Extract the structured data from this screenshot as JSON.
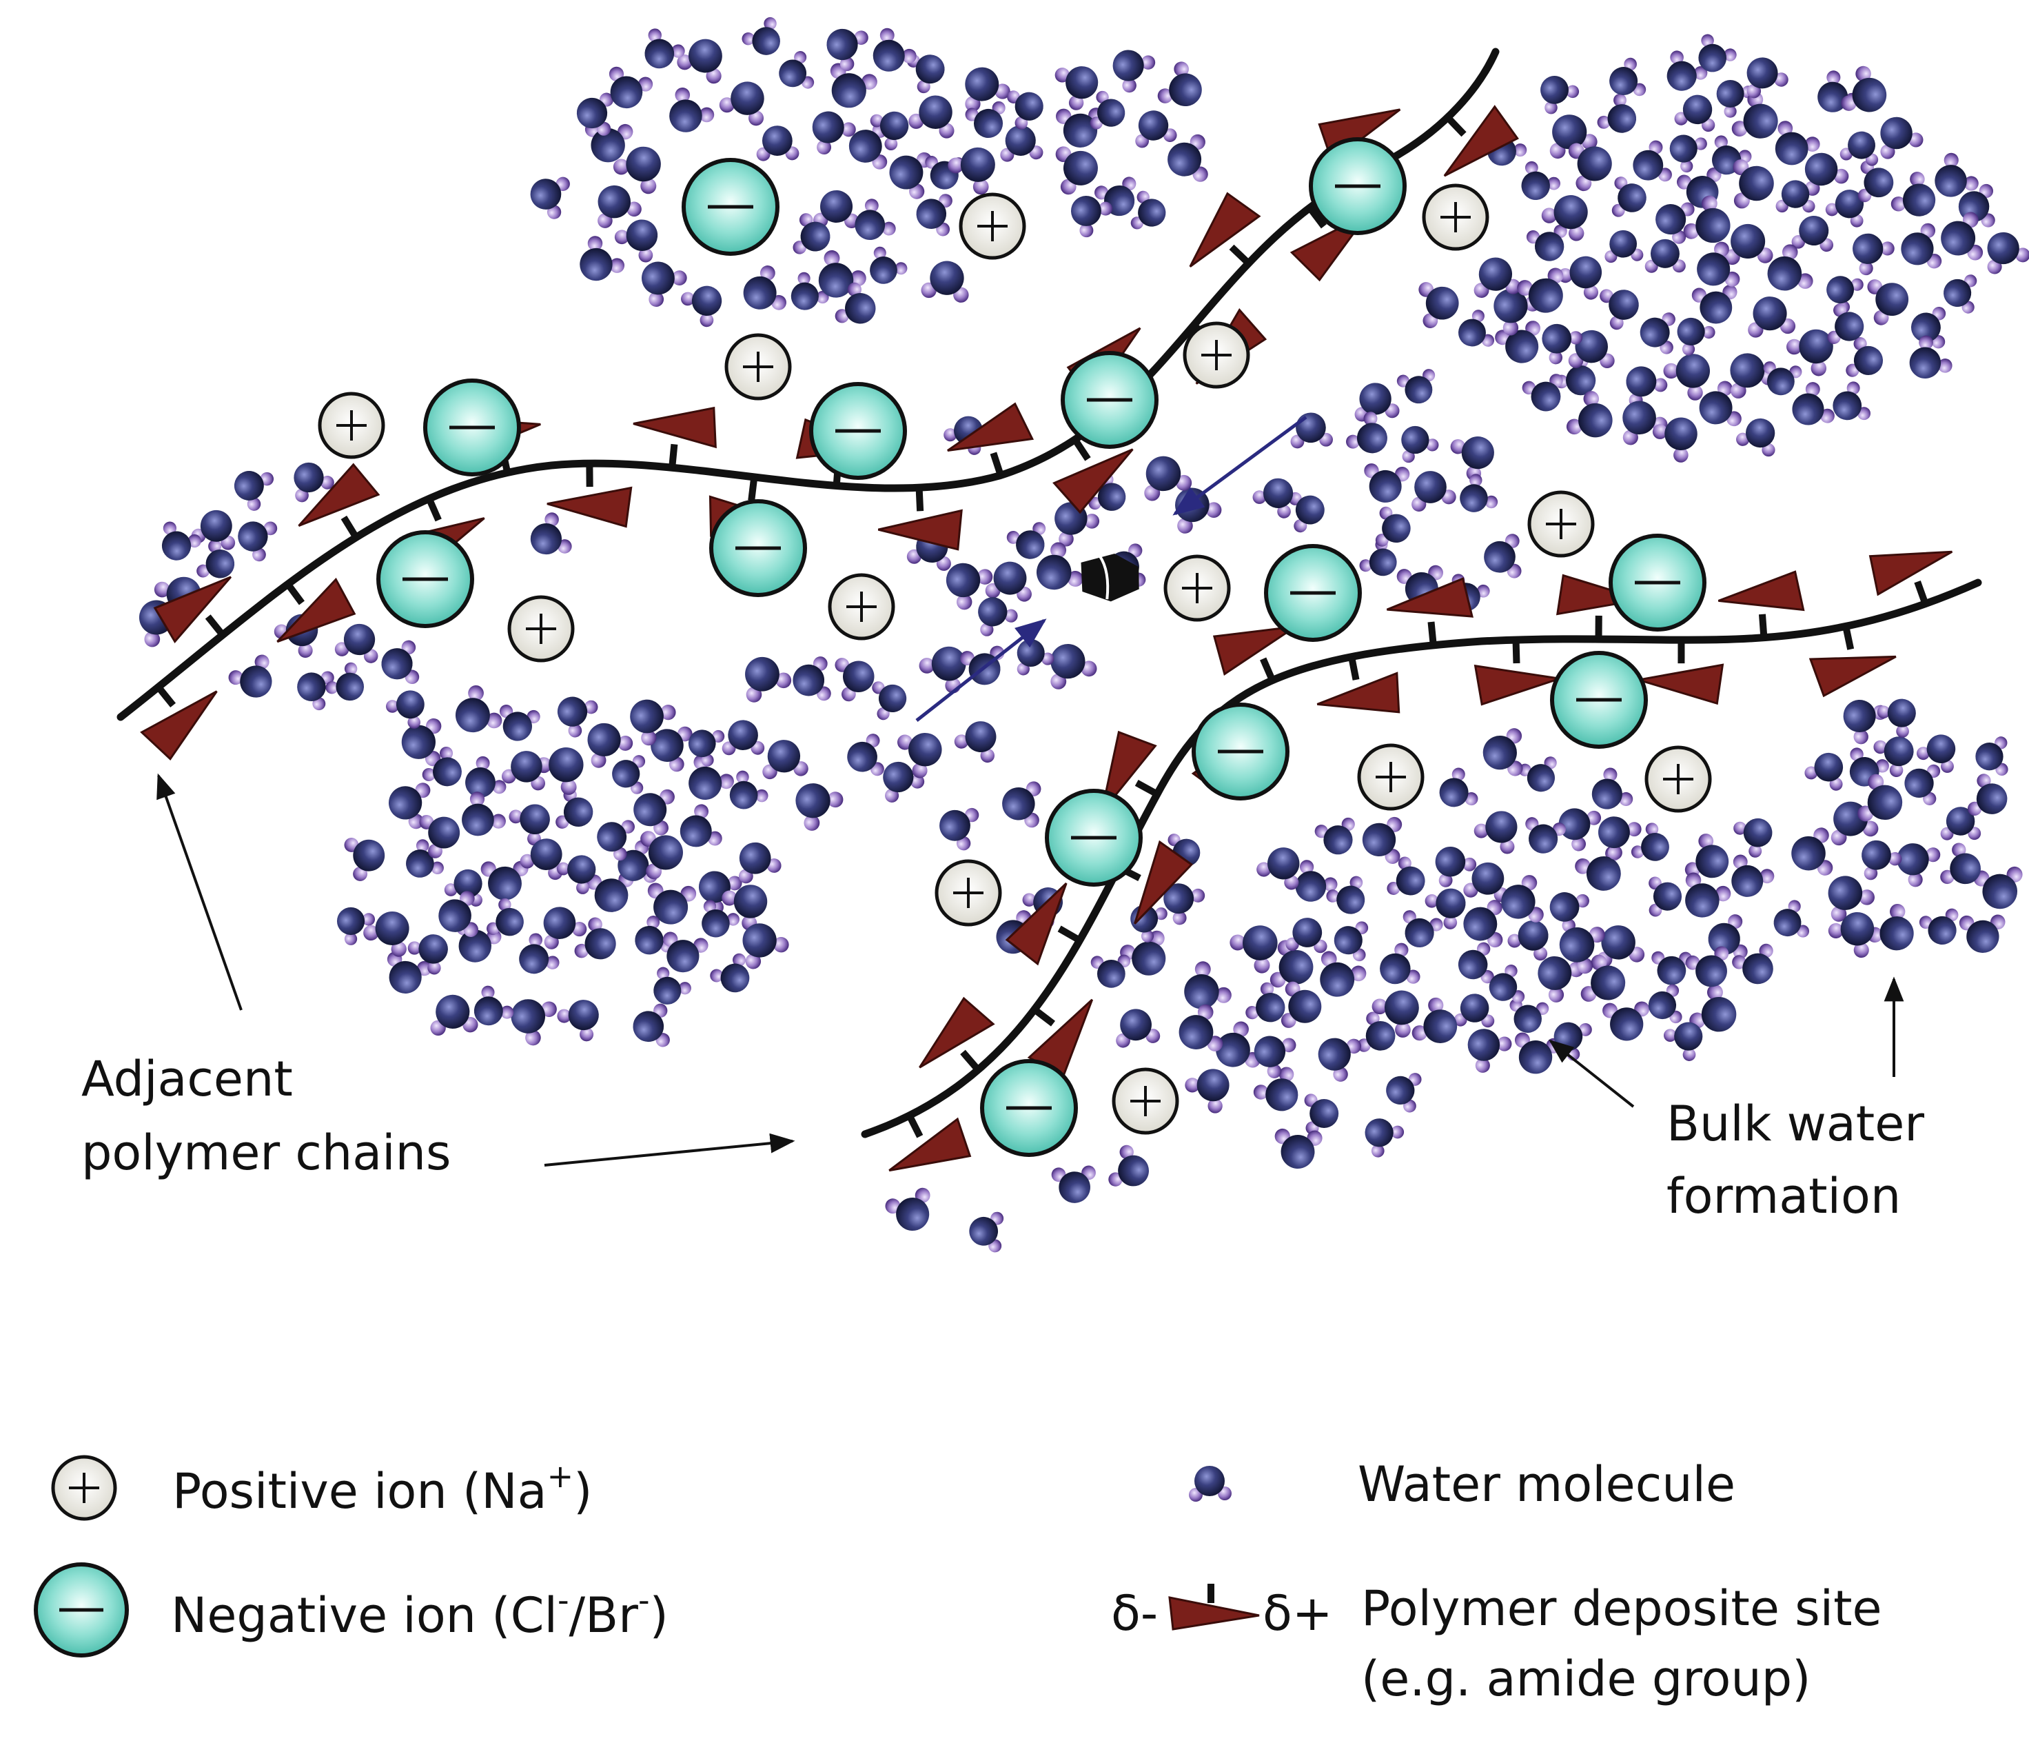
{
  "annotations": {
    "adjacent_chains_line1": "Adjacent",
    "adjacent_chains_line2": "polymer chains",
    "bulk_water_line1": "Bulk water",
    "bulk_water_line2": "formation"
  },
  "legend": {
    "positive_label": "Positive ion (Na",
    "positive_sup": "+",
    "positive_close": ")",
    "negative_label_a": "Negative ion (Cl",
    "negative_sup_a": "-",
    "negative_mid": "/Br",
    "negative_sup_b": "-",
    "negative_close": ")",
    "water_label": "Water molecule",
    "delta_minus": "δ-",
    "delta_plus": "δ+",
    "site_label_line1": "Polymer deposite site",
    "site_label_line2": "(e.g. amide group)"
  },
  "colors": {
    "chain": "#111111",
    "site": "#7a1f1a",
    "negative_ion": "#6fd3c4",
    "positive_ion": "#ecebe3",
    "water_oxygen": "#2f3466",
    "water_hydrogen": "#8a6fb8",
    "flow_arrow": "#2a2a80"
  },
  "icons": {
    "positive": "plus-in-circle-icon",
    "negative": "minus-in-circle-icon",
    "water": "water-molecule-icon",
    "site": "triangle-site-icon"
  }
}
